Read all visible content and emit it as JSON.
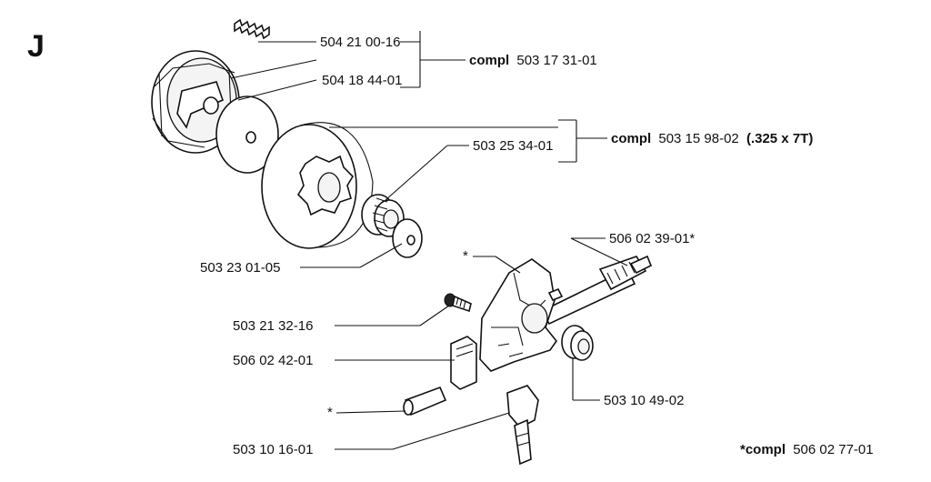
{
  "section_letter": "J",
  "parts": {
    "spring": "504 21 00-16",
    "clutch_compl_prefix": "compl",
    "clutch_compl_num": "503 17 31-01",
    "washer_plate": "504 18 44-01",
    "drum_compl_prefix": "compl",
    "drum_compl_num": "503 15 98-02",
    "drum_compl_size": "(.325 x 7T)",
    "needle_bearing": "503 25 34-01",
    "washer": "503 23 01-05",
    "drive_shaft": "506 02 39-01*",
    "screw": "503 21 32-16",
    "seal_block": "506 02 42-01",
    "worm_gear": "503 10 49-02",
    "pin": "503 10 16-01"
  },
  "asterisk": "*",
  "footnote": {
    "prefix": "*compl",
    "number": "506 02 77-01"
  }
}
